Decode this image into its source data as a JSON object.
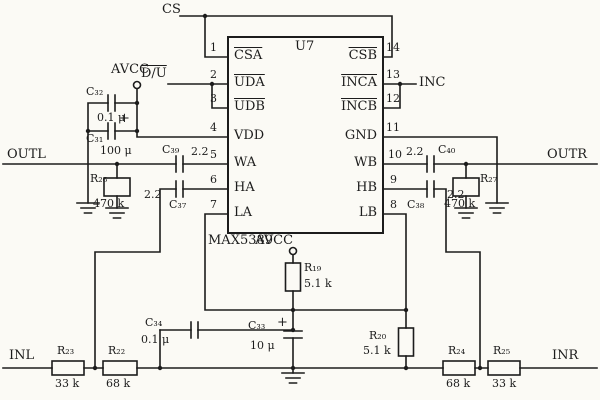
{
  "ic": {
    "designator": "U7",
    "part": "MAX5389",
    "pins_left": [
      {
        "num": "1",
        "name": "CSA"
      },
      {
        "num": "2",
        "name": "UDA"
      },
      {
        "num": "3",
        "name": "UDB"
      },
      {
        "num": "4",
        "name": "VDD"
      },
      {
        "num": "5",
        "name": "WA"
      },
      {
        "num": "6",
        "name": "HA"
      },
      {
        "num": "7",
        "name": "LA"
      }
    ],
    "pins_right": [
      {
        "num": "14",
        "name": "CSB"
      },
      {
        "num": "13",
        "name": "INCA"
      },
      {
        "num": "12",
        "name": "INCB"
      },
      {
        "num": "11",
        "name": "GND"
      },
      {
        "num": "10",
        "name": "WB"
      },
      {
        "num": "9",
        "name": "HB"
      },
      {
        "num": "8",
        "name": "LB"
      }
    ]
  },
  "signals": {
    "cs": "CS",
    "du": "D/U",
    "inc": "INC",
    "avcc_top": "AVCC",
    "avcc_bottom": "AVCC",
    "outl": "OUTL",
    "outr": "OUTR",
    "inl": "INL",
    "inr": "INR"
  },
  "components": {
    "c31": {
      "ref": "C₃₁",
      "value": "100 μ",
      "polarity": "+"
    },
    "c32": {
      "ref": "C₃₂",
      "value": "0.1 μ"
    },
    "c33": {
      "ref": "C₃₃",
      "value": "10 μ",
      "polarity": "+"
    },
    "c34": {
      "ref": "C₃₄",
      "value": "0.1 μ"
    },
    "c37": {
      "ref": "C₃₇",
      "value": "2.2"
    },
    "c38": {
      "ref": "C₃₈",
      "value": "2.2"
    },
    "c39": {
      "ref": "C₃₉",
      "value": "2.2"
    },
    "c40": {
      "ref": "C₄₀",
      "value": "2.2"
    },
    "r19": {
      "ref": "R₁₉",
      "value": "5.1 k"
    },
    "r20": {
      "ref": "R₂₀",
      "value": "5.1 k"
    },
    "r22": {
      "ref": "R₂₂",
      "value": "68 k"
    },
    "r23": {
      "ref": "R₂₃",
      "value": "33 k"
    },
    "r24": {
      "ref": "R₂₄",
      "value": "68 k"
    },
    "r25": {
      "ref": "R₂₅",
      "value": "33 k"
    },
    "r26": {
      "ref": "R₂₆",
      "value": "470 k"
    },
    "r27": {
      "ref": "R₂₇",
      "value": "470 k"
    }
  }
}
